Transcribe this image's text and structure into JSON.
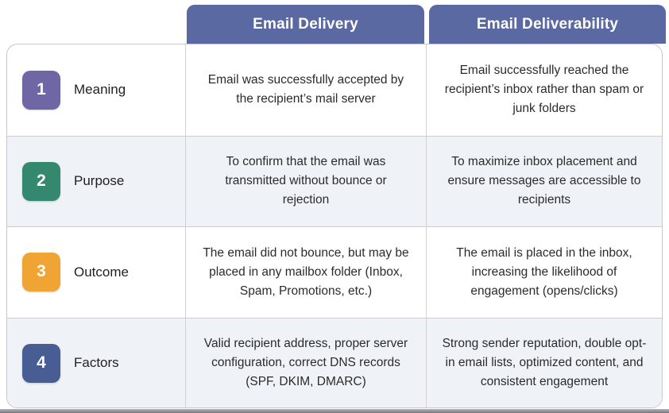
{
  "header": {
    "col_delivery": "Email Delivery",
    "col_deliverability": "Email Deliverability"
  },
  "rows": [
    {
      "num": "1",
      "label": "Meaning",
      "badge_color": "#6f66a6",
      "delivery": "Email was successfully accepted by the recipient’s mail server",
      "deliverability": "Email successfully reached the recipient’s inbox rather than spam or junk folders"
    },
    {
      "num": "2",
      "label": "Purpose",
      "badge_color": "#33886e",
      "delivery": "To confirm that the email was transmitted without bounce or rejection",
      "deliverability": "To maximize inbox placement and ensure messages are accessible to recipients"
    },
    {
      "num": "3",
      "label": "Outcome",
      "badge_color": "#f0a434",
      "delivery": "The email did not bounce, but may be placed in any mailbox folder (Inbox, Spam, Promotions, etc.)",
      "deliverability": "The email is placed in the inbox, increasing the likelihood of engagement (opens/clicks)"
    },
    {
      "num": "4",
      "label": "Factors",
      "badge_color": "#475d94",
      "delivery": "Valid recipient address, proper server configuration, correct DNS records (SPF, DKIM, DMARC)",
      "deliverability": "Strong sender reputation, double opt-in email lists, optimized content, and consistent engagement"
    }
  ],
  "colors": {
    "header_background": "#5a69a2",
    "header_text": "#ffffff",
    "row_alt_background": "#eff3f7",
    "row_background": "#ffffff",
    "border": "#c7c7cc",
    "body_text": "#2b2b2b"
  }
}
